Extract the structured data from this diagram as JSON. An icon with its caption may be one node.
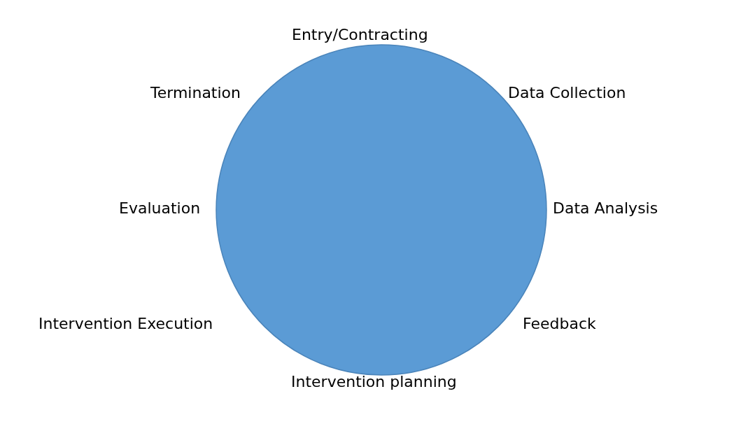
{
  "diagram": {
    "nodes": [
      {
        "text": [],
        "shape": "circle"
      }
    ],
    "labels": [
      "Entry/Contracting",
      "Termination",
      "Data Collection",
      "Evaluation",
      "Data Analysis",
      "Intervention Execution",
      "Feedback",
      "Intervention planning"
    ]
  }
}
